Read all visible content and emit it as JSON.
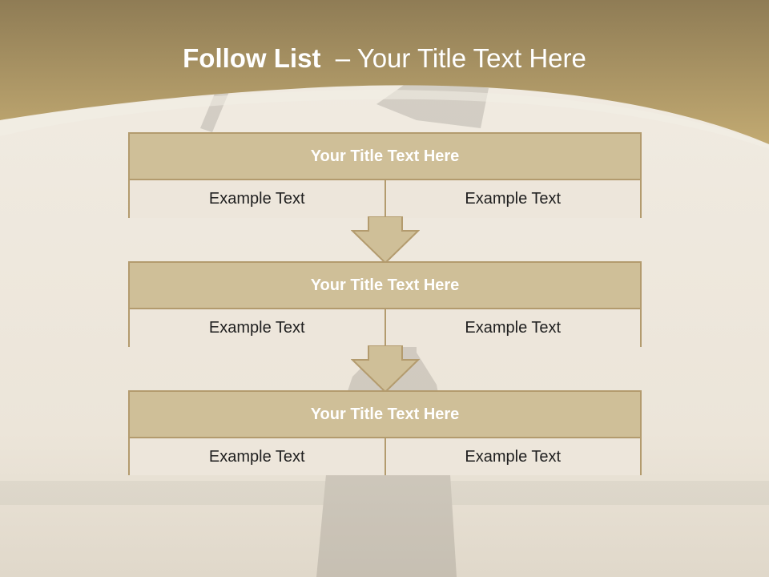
{
  "title": {
    "bold": "Follow List",
    "rest": "  – Your Title Text Here"
  },
  "colors": {
    "header_band": "#bda66e",
    "block_header": "#cfbf98",
    "block_border": "#b39b6e",
    "cell_fill": "#ede6db"
  },
  "steps": [
    {
      "header": "Your Title Text Here",
      "left": "Example Text",
      "right": "Example Text"
    },
    {
      "header": "Your Title Text Here",
      "left": "Example Text",
      "right": "Example Text"
    },
    {
      "header": "Your Title Text Here",
      "left": "Example Text",
      "right": "Example Text"
    }
  ],
  "connectors": [
    "down-arrow-icon",
    "down-arrow-icon"
  ]
}
